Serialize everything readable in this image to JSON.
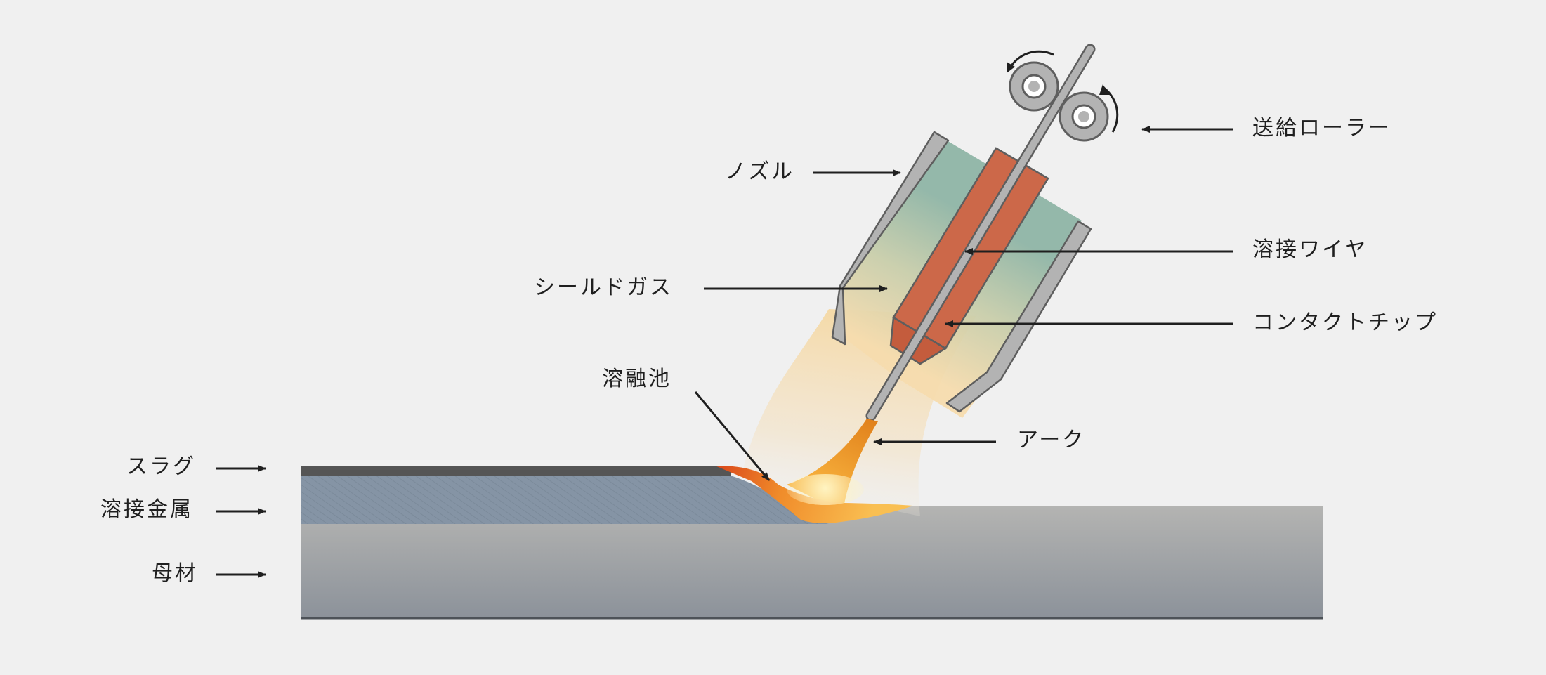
{
  "labels": {
    "feed_roller": "送給ローラー",
    "nozzle": "ノズル",
    "welding_wire": "溶接ワイヤ",
    "shield_gas": "シールドガス",
    "contact_tip": "コンタクトチップ",
    "weld_pool": "溶融池",
    "arc": "アーク",
    "slag": "スラグ",
    "weld_metal": "溶接金属",
    "base_metal": "母材"
  },
  "colors": {
    "background": "#f0f0f0",
    "base_metal_top": "#b4b4b2",
    "base_metal_bottom": "#8c929a",
    "weld_metal": "#8594a5",
    "slag": "#555555",
    "nozzle": "#b3b3b3",
    "shield_gas": "#8fb5a6",
    "contact_tip": "#cc6849",
    "arc": "#f39c2c",
    "weld_pool": "#f7a637",
    "text": "#1f1f1f"
  }
}
